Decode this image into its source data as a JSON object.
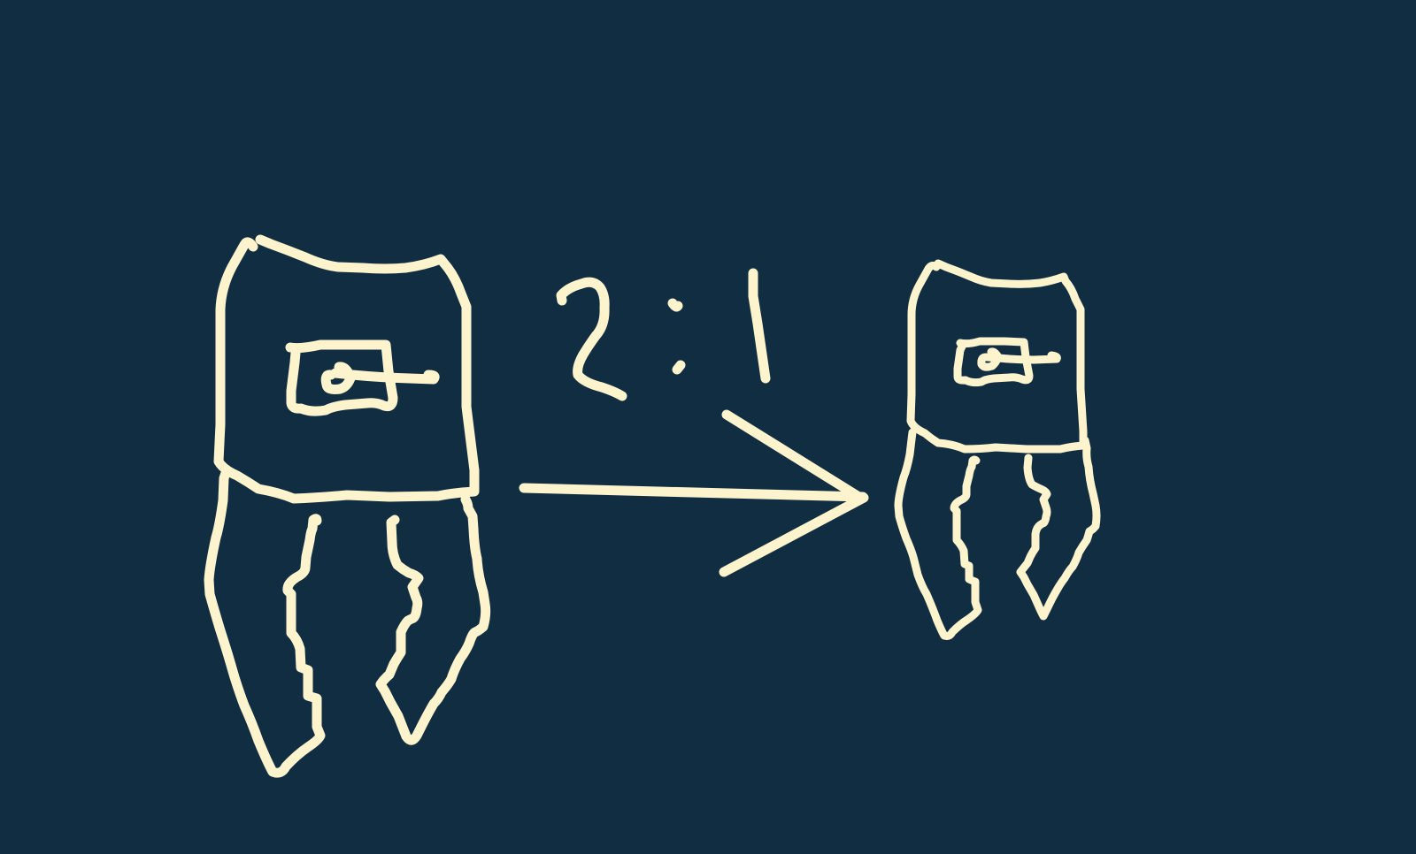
{
  "colors": {
    "background": "#112d42",
    "ink": "#fdf3cd"
  },
  "ratio": {
    "left": "2",
    "separator": ":",
    "right": "1"
  },
  "figures": [
    {
      "name": "large-tooth",
      "scale": "2"
    },
    {
      "name": "small-tooth",
      "scale": "1"
    }
  ],
  "arrow": {
    "direction": "right"
  }
}
